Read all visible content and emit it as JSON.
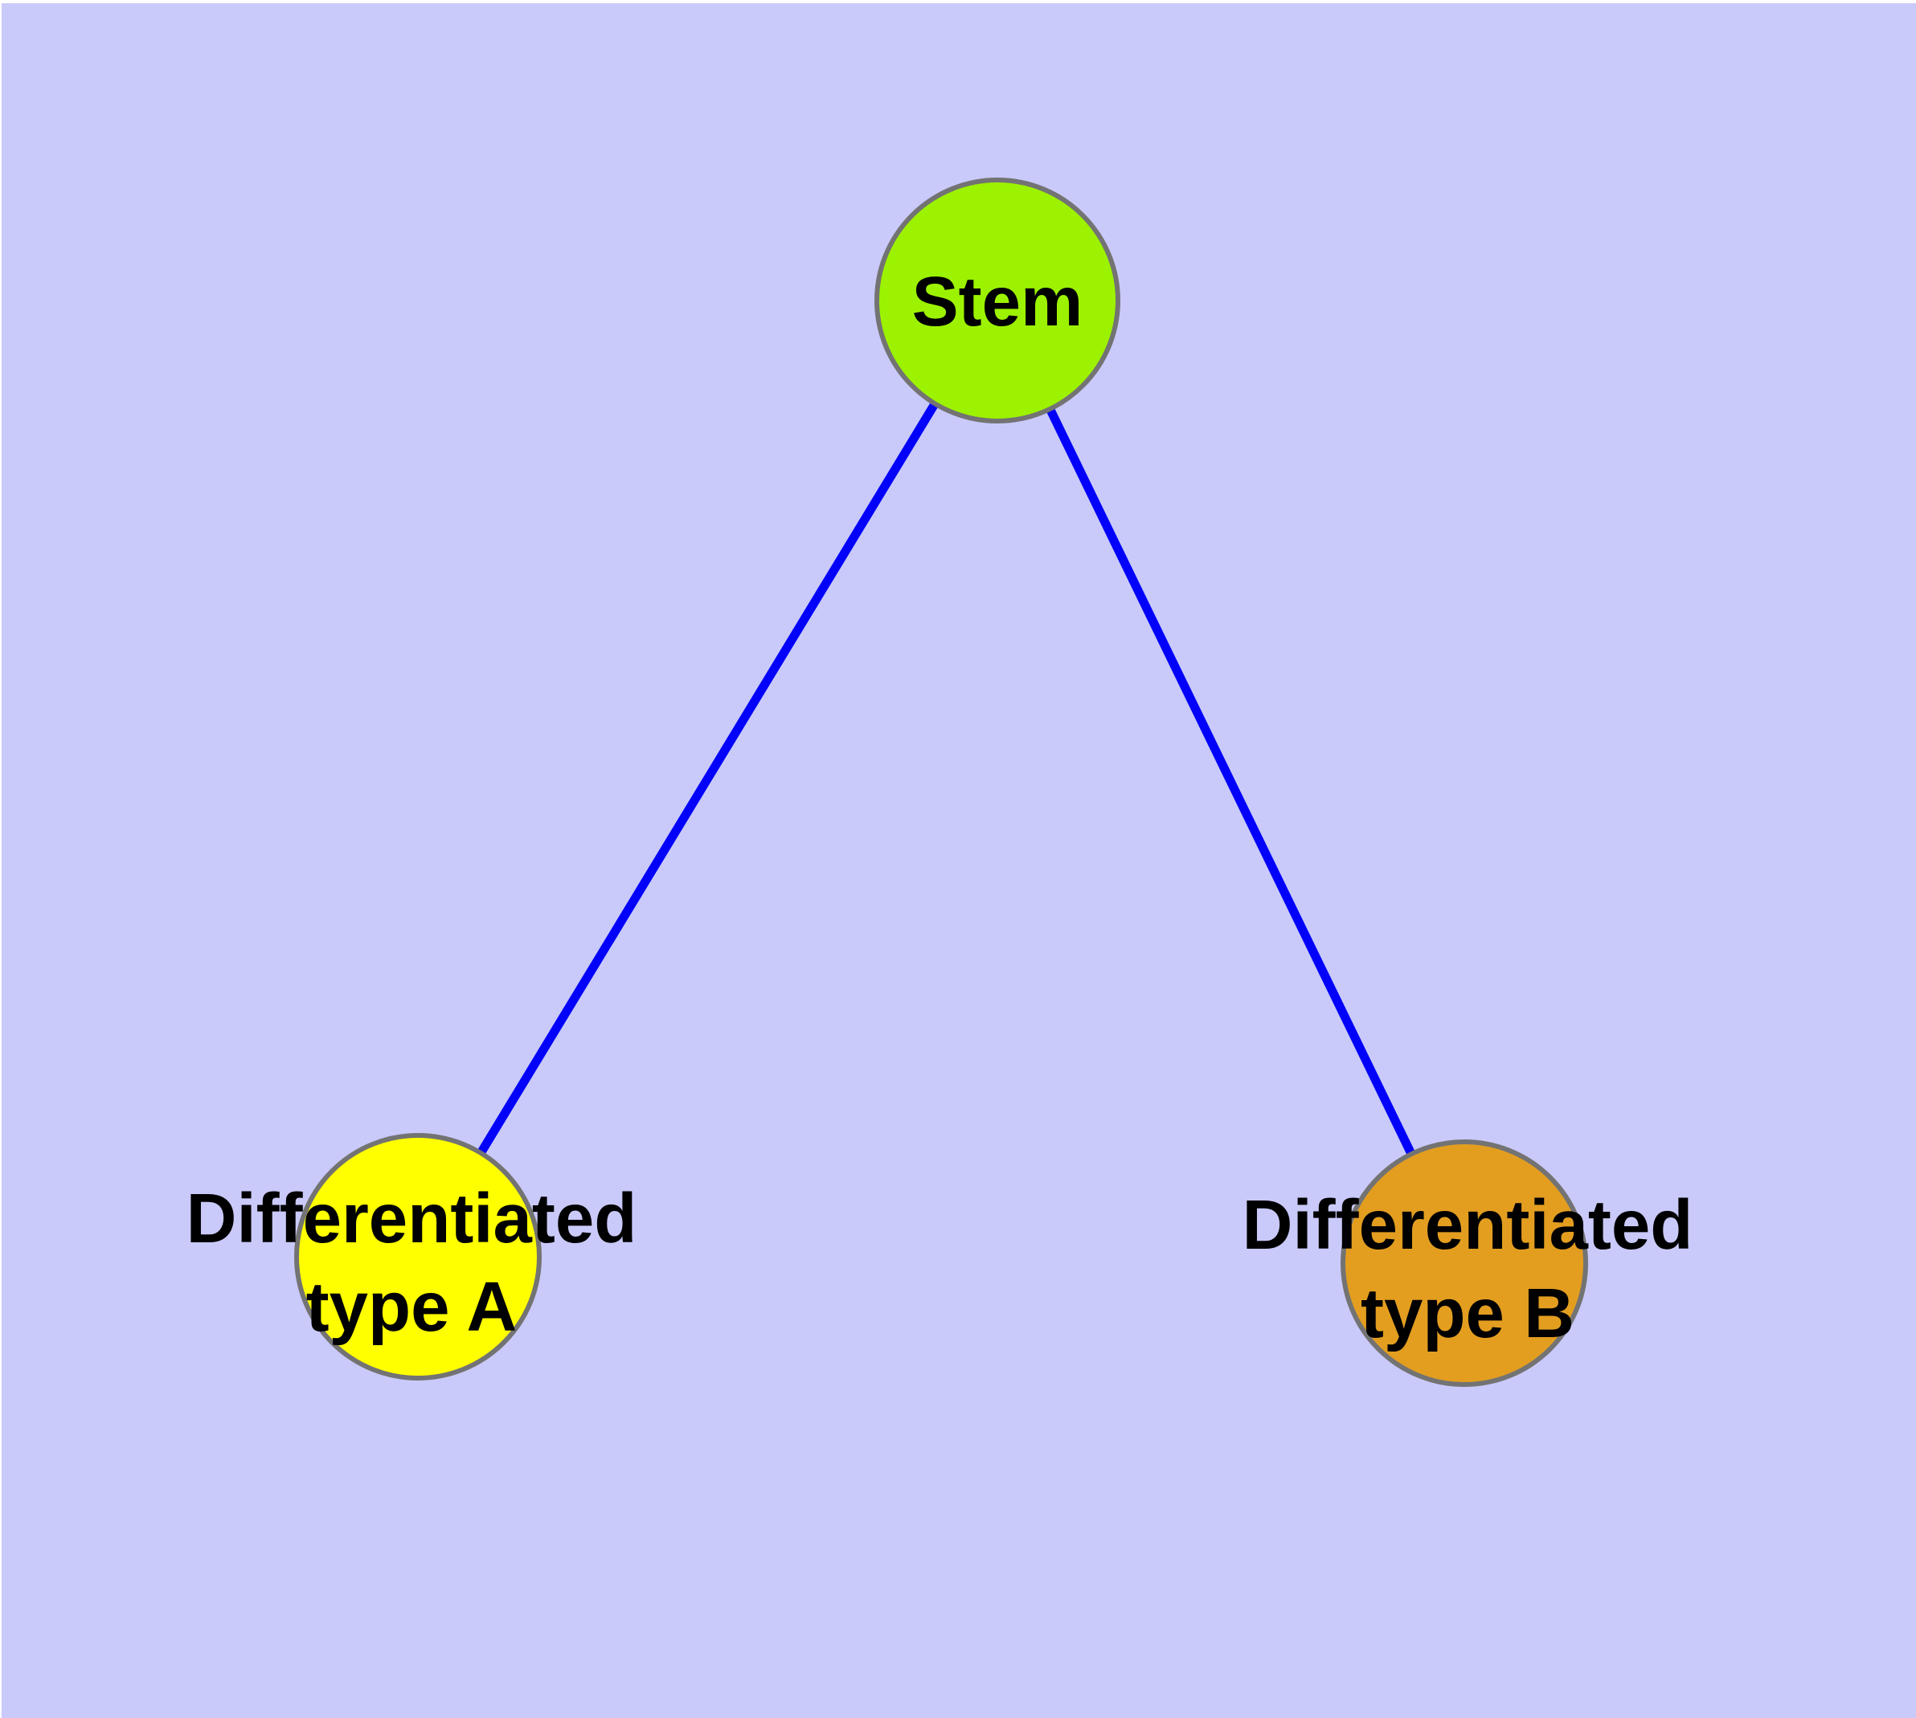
{
  "colors": {
    "background": "#c9caf9",
    "edge": "#0202fa",
    "node_border": "#737373",
    "label_text": "#000000"
  },
  "nodes": {
    "stem": {
      "label": "Stem",
      "fill": "#9cf200"
    },
    "type_a": {
      "label_line1": "Differentiated",
      "label_line2": "type A",
      "fill": "#ffff00"
    },
    "type_b": {
      "label_line1": "Differentiated",
      "label_line2": "type B",
      "fill": "#e39e20"
    }
  },
  "edges": [
    {
      "from": "Stem",
      "to": "Differentiated type A"
    },
    {
      "from": "Stem",
      "to": "Differentiated type B"
    }
  ]
}
